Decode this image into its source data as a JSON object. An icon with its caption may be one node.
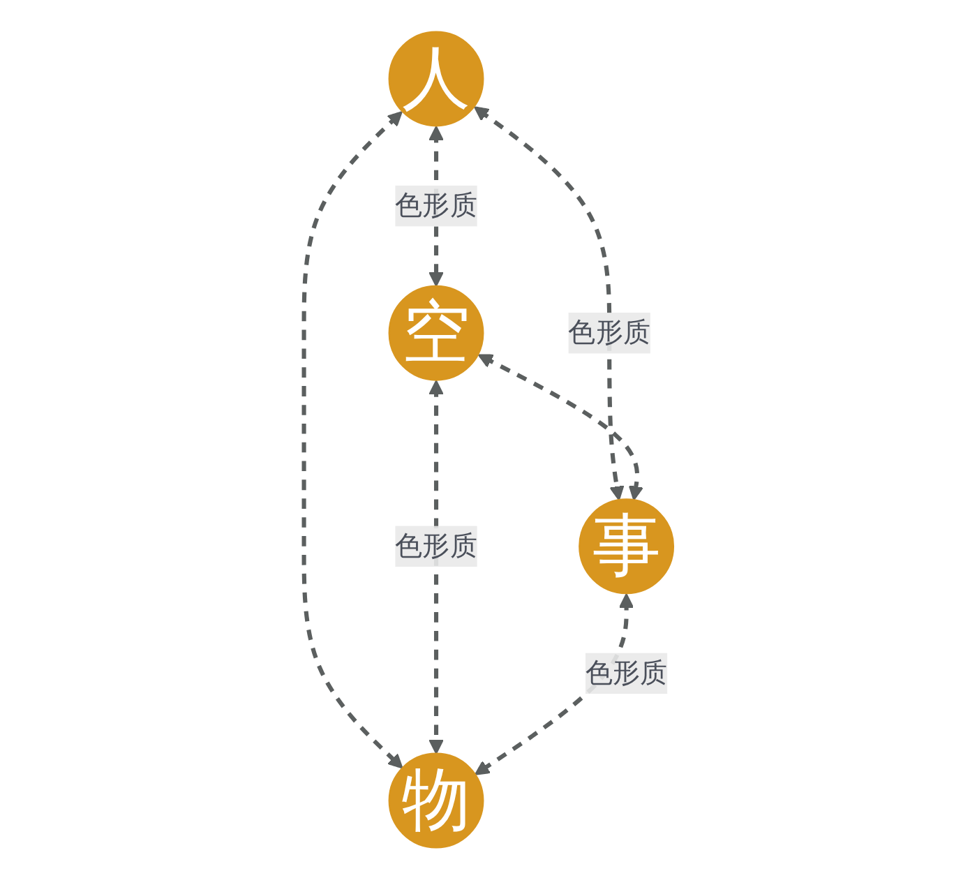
{
  "diagram": {
    "nodes": [
      {
        "text": [
          "人"
        ]
      },
      {
        "text": [
          "空"
        ]
      },
      {
        "text": [
          "事"
        ]
      },
      {
        "text": [
          "物"
        ]
      }
    ],
    "edges": [
      {
        "from": 0,
        "to": 1,
        "arrow": "both",
        "label": "色形质",
        "style": "dashed"
      },
      {
        "from": 0,
        "to": 2,
        "arrow": "both",
        "label": "色形质",
        "style": "dashed"
      },
      {
        "from": 1,
        "to": 2,
        "arrow": "both",
        "style": "dashed"
      },
      {
        "from": 0,
        "to": 3,
        "arrow": "both",
        "style": "dashed"
      },
      {
        "from": 1,
        "to": 3,
        "arrow": "both",
        "label": "色形质",
        "style": "dashed"
      },
      {
        "from": 2,
        "to": 3,
        "arrow": "both",
        "label": "色形质",
        "style": "dashed"
      }
    ]
  }
}
